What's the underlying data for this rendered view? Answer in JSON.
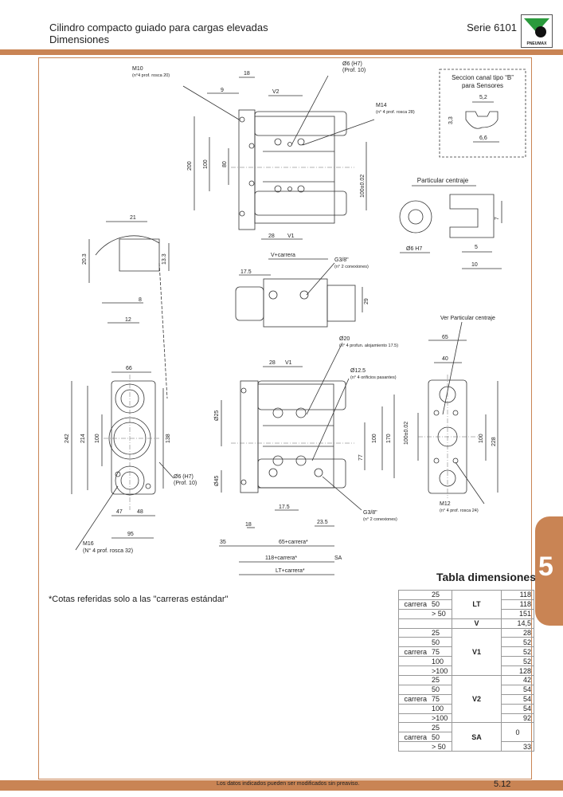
{
  "header": {
    "title_line1": "Cilindro compacto guiado para cargas elevadas",
    "title_line2": "Dimensiones",
    "series": "Serie 6101",
    "logo_text": "PNEUMAX"
  },
  "side_tab": {
    "number": "5"
  },
  "drawing_labels": {
    "m10": "M10",
    "m10_note": "(n°4 prof. rosca 20)",
    "d18": "18",
    "d9": "9",
    "v2": "V2",
    "o6h7": "Ø6 (H7)",
    "prof10": "(Prof. 10)",
    "m14": "M14",
    "m14_note": "(n° 4 prof. rosca 28)",
    "d200": "200",
    "d100": "100",
    "d80": "80",
    "d100tol": "100±0.02",
    "d28": "28",
    "v1": "V1",
    "sensor_title1": "Seccion canal tipo “B”",
    "sensor_title2": "para Sensores",
    "d5_2": "5,2",
    "d3_3": "3,3",
    "d6_6": "6,6",
    "centraje_title": "Particular centraje",
    "o6h7_plain": "Ø6 H7",
    "d7": "7",
    "d5": "5",
    "d10": "10",
    "d21": "21",
    "d20_3": "20.3",
    "d13_3": "13.3",
    "d8": "8",
    "d12": "12",
    "v_carrera": "V+carrera",
    "g38": "G3/8\"",
    "g38_note": "(n° 2 conexiones)",
    "d17_5": "17.5",
    "d29": "29",
    "ver_centraje": "Ver Particular centraje",
    "o20": "Ø20",
    "o20_note": "(n° 4 profun. alojamiento 17.5)",
    "o12_5": "Ø12.5",
    "o12_5_note": "(n° 4 orificios pasantes)",
    "d65": "65",
    "d40": "40",
    "d66": "66",
    "d242": "242",
    "d214": "214",
    "d138": "138",
    "o25": "Ø25",
    "o45": "Ø45",
    "d170": "170",
    "d77": "77",
    "d228": "228",
    "m12": "M12",
    "m12_note": "(n° 4 prof. rosca 24)",
    "d47": "47",
    "d48": "48",
    "d95": "95",
    "m16": "M16",
    "m16_note": "(N° 4 prof. rosca 32)",
    "d23_5": "23.5",
    "d35": "35",
    "d65_carrera": "65+carrera*",
    "d118_carrera": "118+carrera*",
    "sa": "SA",
    "lt_carrera": "LT+carrera*"
  },
  "note": "*Cotas referidas solo a las \"carreras estándar\"",
  "table": {
    "title": "Tabla dimensiones",
    "row_label": "carrera",
    "groups": [
      {
        "symbol": "LT",
        "rows": [
          {
            "stroke": "25",
            "value": "118"
          },
          {
            "stroke": "50",
            "value": "118"
          },
          {
            "stroke": "> 50",
            "value": "151"
          }
        ]
      },
      {
        "symbol": "V",
        "rows": [
          {
            "stroke": "",
            "value": "14,5"
          }
        ]
      },
      {
        "symbol": "V1",
        "rows": [
          {
            "stroke": "25",
            "value": "28"
          },
          {
            "stroke": "50",
            "value": "52"
          },
          {
            "stroke": "75",
            "value": "52"
          },
          {
            "stroke": "100",
            "value": "52"
          },
          {
            "stroke": ">100",
            "value": "128"
          }
        ]
      },
      {
        "symbol": "V2",
        "rows": [
          {
            "stroke": "25",
            "value": "42"
          },
          {
            "stroke": "50",
            "value": "54"
          },
          {
            "stroke": "75",
            "value": "54"
          },
          {
            "stroke": "100",
            "value": "54"
          },
          {
            "stroke": ">100",
            "value": "92"
          }
        ]
      },
      {
        "symbol": "SA",
        "rows": [
          {
            "stroke": "25",
            "value": "0"
          },
          {
            "stroke": "50",
            "value": ""
          },
          {
            "stroke": "> 50",
            "value": "33"
          }
        ]
      }
    ]
  },
  "footer": {
    "disclaimer": "Los datos indicados pueden ser modificados sin preaviso.",
    "page": "5.12"
  },
  "colors": {
    "accent": "#c98454"
  }
}
